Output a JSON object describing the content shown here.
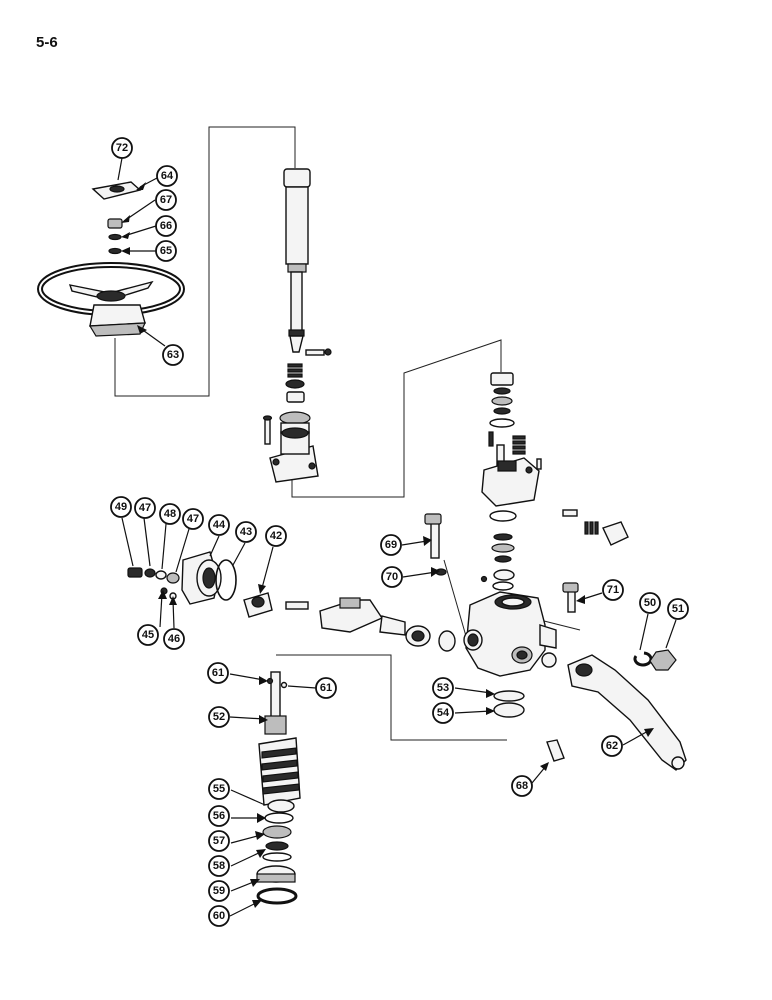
{
  "page": {
    "number": "5-6"
  },
  "callouts": [
    "72",
    "64",
    "67",
    "66",
    "65",
    "63",
    "49",
    "47",
    "48",
    "47",
    "44",
    "43",
    "42",
    "69",
    "70",
    "71",
    "50",
    "51",
    "45",
    "46",
    "61",
    "61",
    "52",
    "53",
    "54",
    "62",
    "68",
    "55",
    "56",
    "57",
    "58",
    "59",
    "60"
  ]
}
